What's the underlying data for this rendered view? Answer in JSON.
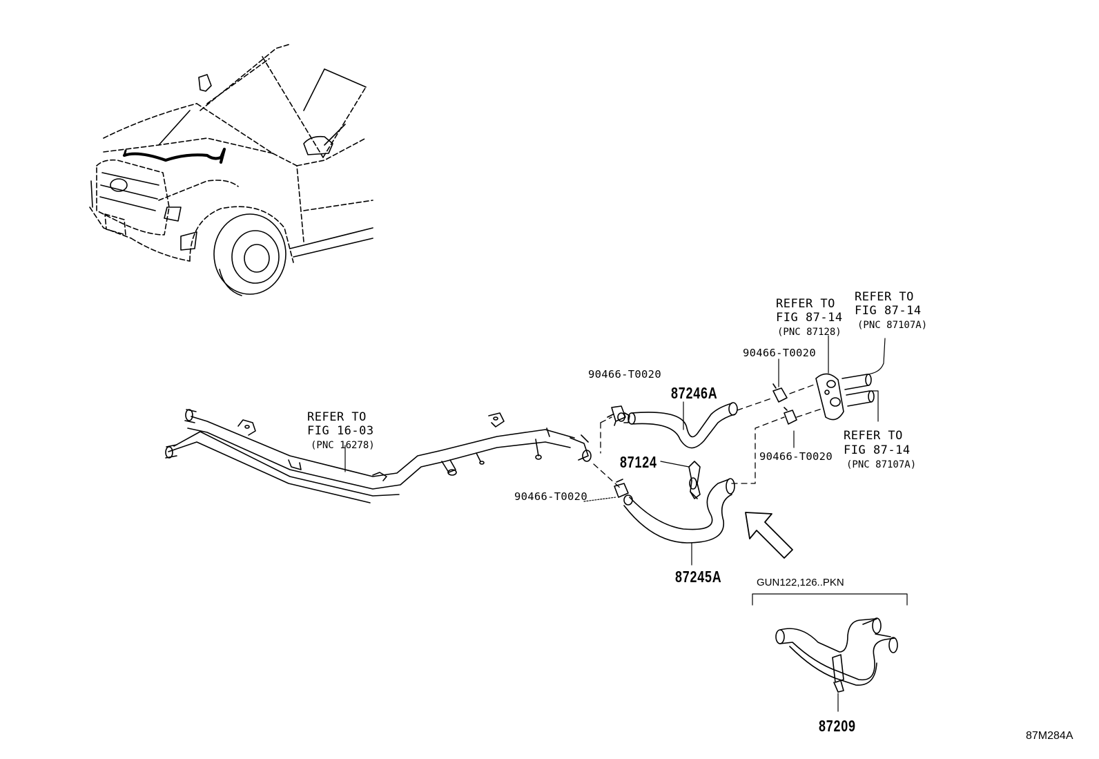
{
  "labels": {
    "refer_16_03": {
      "line1": "REFER TO",
      "line2": "FIG 16-03",
      "line3": "(PNC 16278)"
    },
    "refer_87128": {
      "line1": "REFER TO",
      "line2": "FIG 87-14",
      "line3": "(PNC 87128)"
    },
    "refer_87107a_top": {
      "line1": "REFER TO",
      "line2": "FIG 87-14",
      "line3": "(PNC 87107A)"
    },
    "refer_87107a_bottom": {
      "line1": "REFER TO",
      "line2": "FIG 87-14",
      "line3": "(PNC 87107A)"
    },
    "clip_left_upper": "90466-T0020",
    "clip_left_lower": "90466-T0020",
    "clip_right_upper": "90466-T0020",
    "clip_right_lower": "90466-T0020",
    "hose_upper": "87246A",
    "hose_lower": "87245A",
    "clamp_mid": "87124",
    "variant_hose": "87209",
    "variant_note": "GUN122,126..PKN",
    "illustration_id": "87M284A"
  }
}
